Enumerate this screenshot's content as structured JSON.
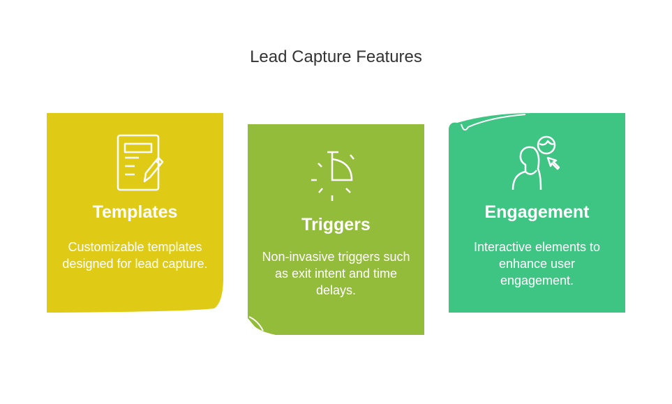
{
  "title": "Lead Capture Features",
  "cards": [
    {
      "heading": "Templates",
      "description": "Customizable templates designed for lead capture.",
      "color": "#dfcb16",
      "icon": "form-edit-icon"
    },
    {
      "heading": "Triggers",
      "description": "Non-invasive triggers such as exit intent and time delays.",
      "color": "#93bc3b",
      "icon": "timer-icon"
    },
    {
      "heading": "Engagement",
      "description": "Interactive elements to enhance user engagement.",
      "color": "#3ec584",
      "icon": "user-interaction-icon"
    }
  ]
}
